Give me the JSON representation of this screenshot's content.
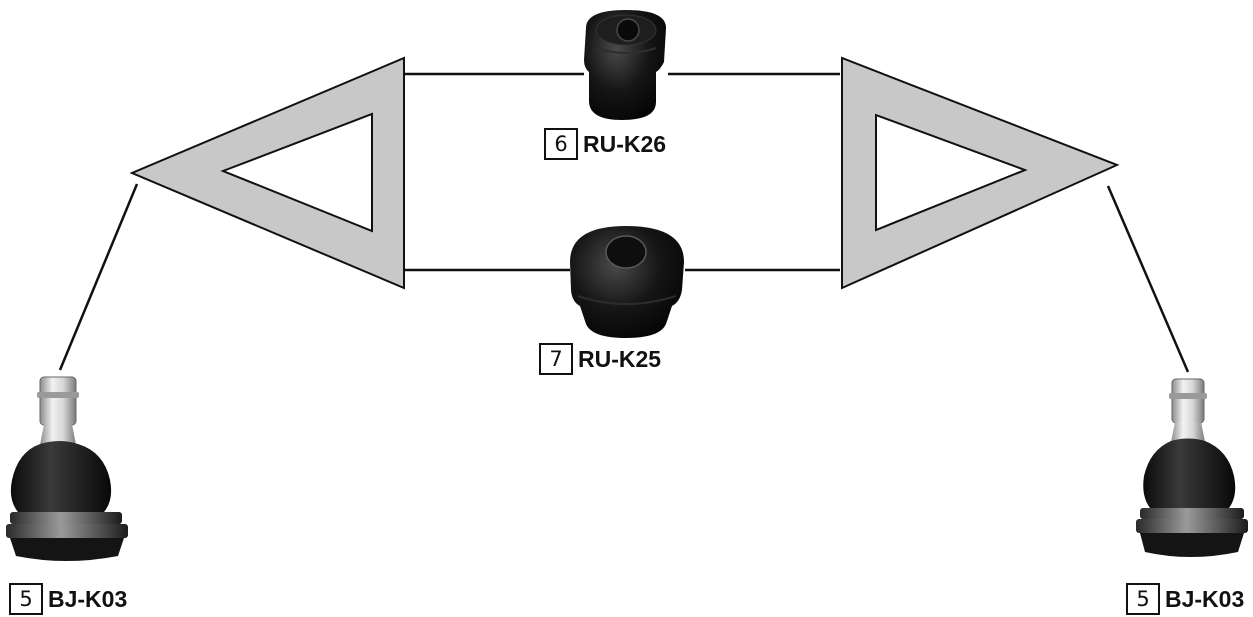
{
  "parts": {
    "bushing_upper": {
      "number": "6",
      "code": "RU-K26"
    },
    "bushing_lower": {
      "number": "7",
      "code": "RU-K25"
    },
    "ball_joint_left": {
      "number": "5",
      "code": "BJ-K03"
    },
    "ball_joint_right": {
      "number": "5",
      "code": "BJ-K03"
    }
  },
  "colors": {
    "arm_fill": "#c8c8c8",
    "line": "#111111",
    "rubber": "#121212",
    "steel": "#c9c9c9"
  }
}
